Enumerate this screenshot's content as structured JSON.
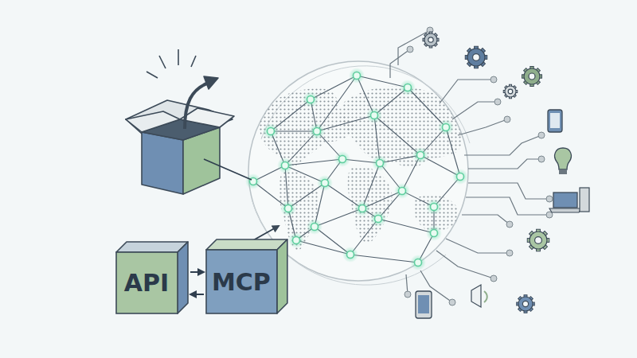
{
  "diagram": {
    "nodes": [
      {
        "text": [
          "API"
        ]
      },
      {
        "text": [
          "MCP"
        ]
      }
    ],
    "edges": [
      {
        "from": 0,
        "to": 1,
        "arrow": "to"
      },
      {
        "from": 1,
        "to": 0,
        "arrow": "to"
      }
    ]
  }
}
